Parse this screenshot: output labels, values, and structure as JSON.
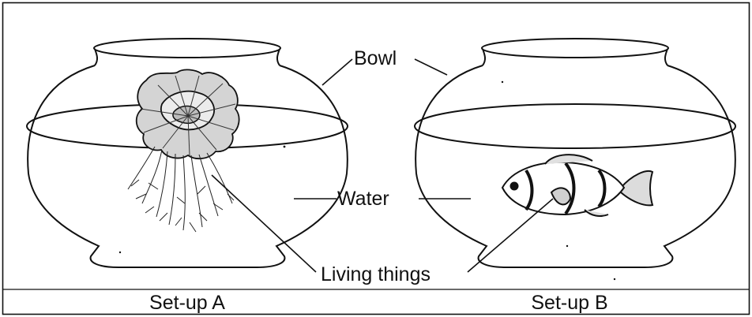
{
  "labels": {
    "bowl": "Bowl",
    "water": "Water",
    "living_things": "Living things"
  },
  "captions": {
    "setup_a": "Set-up A",
    "setup_b": "Set-up B"
  },
  "colors": {
    "ink": "#111111",
    "background": "#ffffff"
  }
}
